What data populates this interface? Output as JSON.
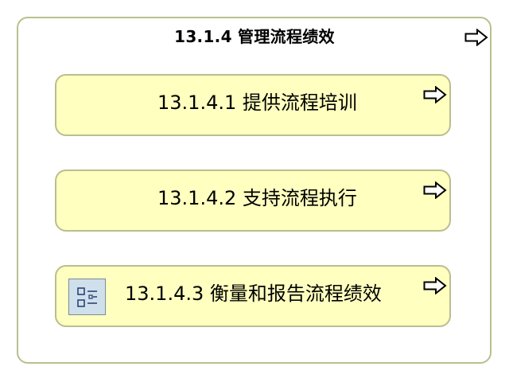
{
  "outer": {
    "title": "13.1.4 管理流程绩效",
    "arrow_icon": "right-arrow-icon"
  },
  "children": [
    {
      "label": "13.1.4.1 提供流程培训",
      "arrow_icon": "right-arrow-icon",
      "has_list_icon": false
    },
    {
      "label": "13.1.4.2 支持流程执行",
      "arrow_icon": "right-arrow-icon",
      "has_list_icon": false
    },
    {
      "label": "13.1.4.3 衡量和报告流程绩效",
      "arrow_icon": "right-arrow-icon",
      "has_list_icon": true,
      "list_icon": "list-diagram-icon"
    }
  ],
  "colors": {
    "border": "#b9bf8c",
    "child_fill": "#ffffc0",
    "icon_fill": "#cfe0ec"
  }
}
